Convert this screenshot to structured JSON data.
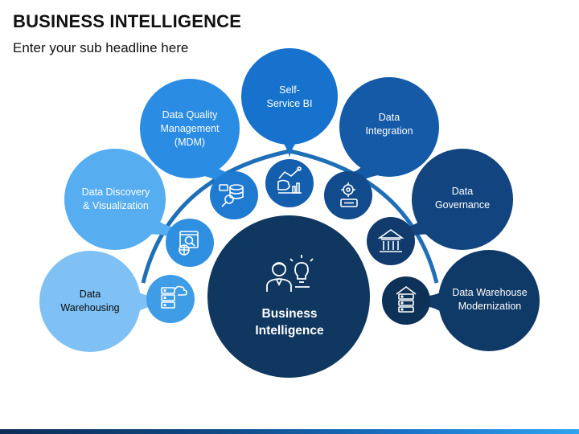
{
  "header": {
    "title": "BUSINESS INTELLIGENCE",
    "subtitle": "Enter your sub headline here"
  },
  "diagram": {
    "center": {
      "label": "Business\nIntelligence",
      "icon": "person-idea-icon",
      "color": "#10375f"
    },
    "arc_color": "#1f6fb8",
    "nodes": [
      {
        "id": "data-warehousing",
        "label": "Data\nWarehousing",
        "color": "#7fc1f5",
        "icon_color": "#3f9de6",
        "icon": "server-cloud-icon"
      },
      {
        "id": "data-discovery",
        "label": "Data Discovery\n& Visualization",
        "color": "#56adf0",
        "icon_color": "#2f8fe0",
        "icon": "analytics-globe-icon"
      },
      {
        "id": "data-quality",
        "label": "Data Quality\nManagement\n(MDM)",
        "color": "#2a8ce2",
        "icon_color": "#1f7ad2",
        "icon": "database-search-icon"
      },
      {
        "id": "self-service-bi",
        "label": "Self-\nService BI",
        "color": "#1672cc",
        "icon_color": "#135fae",
        "icon": "hand-chart-icon"
      },
      {
        "id": "data-integration",
        "label": "Data\nIntegration",
        "color": "#145aa6",
        "icon_color": "#124b8c",
        "icon": "gear-card-icon"
      },
      {
        "id": "data-governance",
        "label": "Data\nGovernance",
        "color": "#124580",
        "icon_color": "#113b6d",
        "icon": "government-building-icon"
      },
      {
        "id": "data-warehouse-modernization",
        "label": "Data Warehouse\nModernization",
        "color": "#0f3966",
        "icon_color": "#0e3157",
        "icon": "house-server-icon"
      }
    ]
  }
}
